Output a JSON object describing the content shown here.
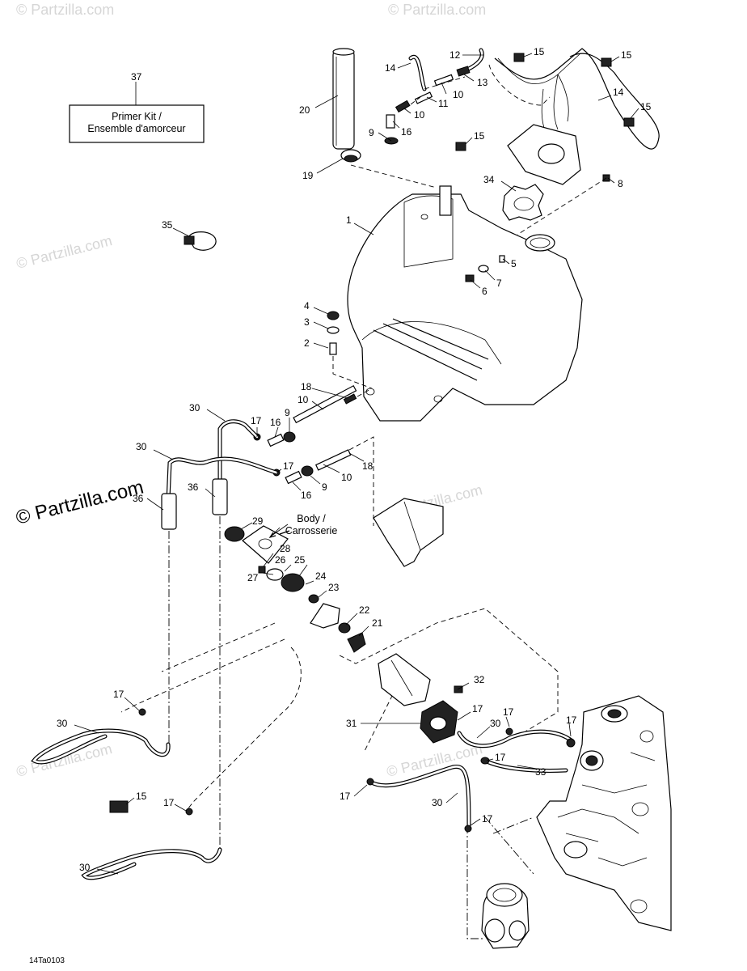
{
  "watermark": {
    "text": "© Partzilla.com",
    "main": "© Partzilla.com"
  },
  "kit_box": {
    "line1": "Primer Kit /",
    "line2": "Ensemble d'amorceur",
    "number": "37"
  },
  "body_label": {
    "line1": "Body /",
    "line2": "Carrosserie"
  },
  "footer_code": "14Ta0103",
  "callouts": [
    {
      "id": "c37",
      "text": "37"
    },
    {
      "id": "c20",
      "text": "20"
    },
    {
      "id": "c19",
      "text": "19"
    },
    {
      "id": "c14a",
      "text": "14"
    },
    {
      "id": "c12",
      "text": "12"
    },
    {
      "id": "c13",
      "text": "13"
    },
    {
      "id": "c10a",
      "text": "10"
    },
    {
      "id": "c11",
      "text": "11"
    },
    {
      "id": "c10b",
      "text": "10"
    },
    {
      "id": "c9a",
      "text": "9"
    },
    {
      "id": "c16a",
      "text": "16"
    },
    {
      "id": "c15a",
      "text": "15"
    },
    {
      "id": "c15b",
      "text": "15"
    },
    {
      "id": "c14b",
      "text": "14"
    },
    {
      "id": "c15c",
      "text": "15"
    },
    {
      "id": "c15d",
      "text": "15"
    },
    {
      "id": "c34",
      "text": "34"
    },
    {
      "id": "c8",
      "text": "8"
    },
    {
      "id": "c1",
      "text": "1"
    },
    {
      "id": "c35",
      "text": "35"
    },
    {
      "id": "c5",
      "text": "5"
    },
    {
      "id": "c7",
      "text": "7"
    },
    {
      "id": "c6",
      "text": "6"
    },
    {
      "id": "c4",
      "text": "4"
    },
    {
      "id": "c3",
      "text": "3"
    },
    {
      "id": "c2",
      "text": "2"
    },
    {
      "id": "c18a",
      "text": "18"
    },
    {
      "id": "c10c",
      "text": "10"
    },
    {
      "id": "c30a",
      "text": "30"
    },
    {
      "id": "c17a",
      "text": "17"
    },
    {
      "id": "c16b",
      "text": "16"
    },
    {
      "id": "c9b",
      "text": "9"
    },
    {
      "id": "c30b",
      "text": "30"
    },
    {
      "id": "c17b",
      "text": "17"
    },
    {
      "id": "c18b",
      "text": "18"
    },
    {
      "id": "c10d",
      "text": "10"
    },
    {
      "id": "c9c",
      "text": "9"
    },
    {
      "id": "c16c",
      "text": "16"
    },
    {
      "id": "c36a",
      "text": "36"
    },
    {
      "id": "c36b",
      "text": "36"
    },
    {
      "id": "c29",
      "text": "29"
    },
    {
      "id": "c28",
      "text": "28"
    },
    {
      "id": "c26",
      "text": "26"
    },
    {
      "id": "c25",
      "text": "25"
    },
    {
      "id": "c27",
      "text": "27"
    },
    {
      "id": "c24",
      "text": "24"
    },
    {
      "id": "c23",
      "text": "23"
    },
    {
      "id": "c22",
      "text": "22"
    },
    {
      "id": "c21",
      "text": "21"
    },
    {
      "id": "c17c",
      "text": "17"
    },
    {
      "id": "c30c",
      "text": "30"
    },
    {
      "id": "c32",
      "text": "32"
    },
    {
      "id": "c31",
      "text": "31"
    },
    {
      "id": "c17d",
      "text": "17"
    },
    {
      "id": "c30d",
      "text": "30"
    },
    {
      "id": "c17e",
      "text": "17"
    },
    {
      "id": "c17f",
      "text": "17"
    },
    {
      "id": "c17g",
      "text": "17"
    },
    {
      "id": "c33",
      "text": "33"
    },
    {
      "id": "c17h",
      "text": "17"
    },
    {
      "id": "c30e",
      "text": "30"
    },
    {
      "id": "c17i",
      "text": "17"
    },
    {
      "id": "c15e",
      "text": "15"
    },
    {
      "id": "c17j",
      "text": "17"
    },
    {
      "id": "c30f",
      "text": "30"
    }
  ]
}
